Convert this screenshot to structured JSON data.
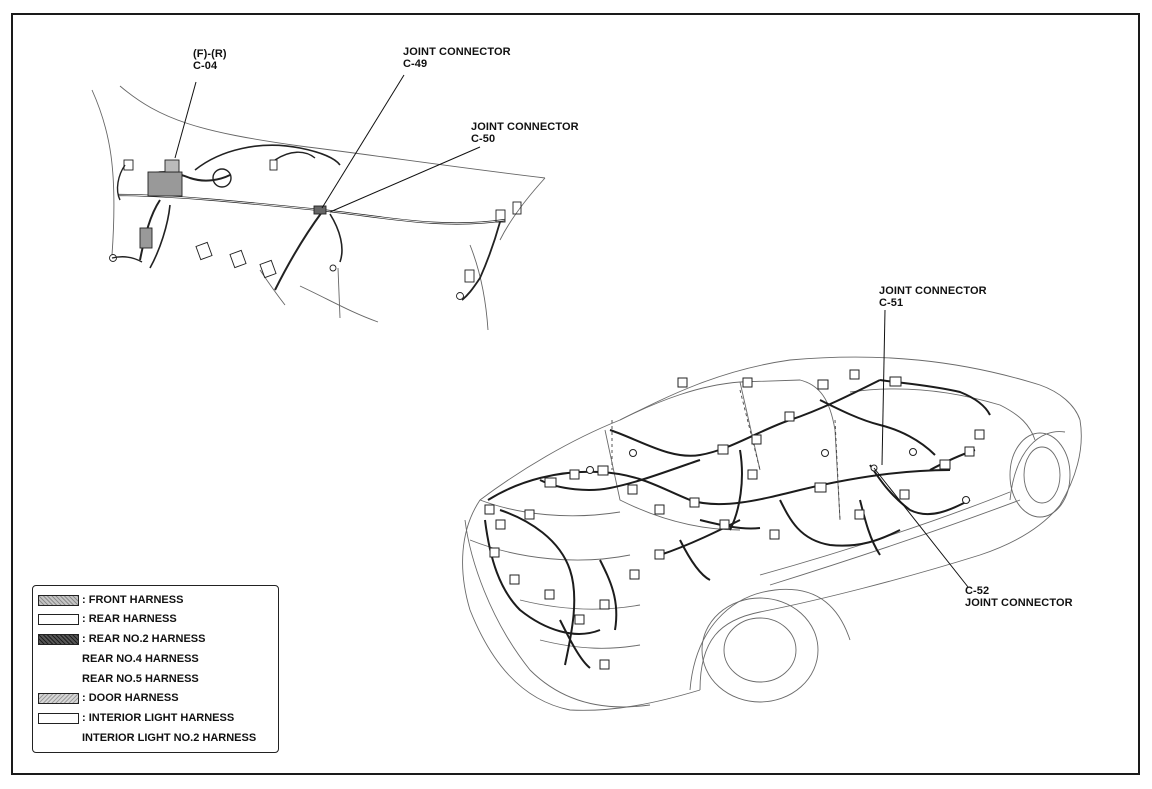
{
  "callouts": {
    "c04": {
      "line1": "(F)-(R)",
      "line2": "C-04"
    },
    "c49": {
      "line1": "JOINT CONNECTOR",
      "line2": "C-49"
    },
    "c50": {
      "line1": "JOINT CONNECTOR",
      "line2": "C-50"
    },
    "c51": {
      "line1": "JOINT CONNECTOR",
      "line2": "C-51"
    },
    "c52": {
      "line1": "C-52",
      "line2": "JOINT CONNECTOR"
    }
  },
  "legend": {
    "items": [
      {
        "swatch": "front",
        "label": ": FRONT HARNESS"
      },
      {
        "swatch": "rear",
        "label": ": REAR HARNESS"
      },
      {
        "swatch": "rear2",
        "label": ": REAR NO.2 HARNESS"
      },
      {
        "swatch": "none",
        "label": "REAR NO.4 HARNESS"
      },
      {
        "swatch": "none",
        "label": "REAR NO.5 HARNESS"
      },
      {
        "swatch": "door",
        "label": ": DOOR HARNESS"
      },
      {
        "swatch": "light",
        "label": ": INTERIOR LIGHT HARNESS"
      },
      {
        "swatch": "none",
        "label": "INTERIOR LIGHT NO.2 HARNESS"
      }
    ]
  },
  "colors": {
    "ink": "#111111",
    "line": "#555555"
  }
}
